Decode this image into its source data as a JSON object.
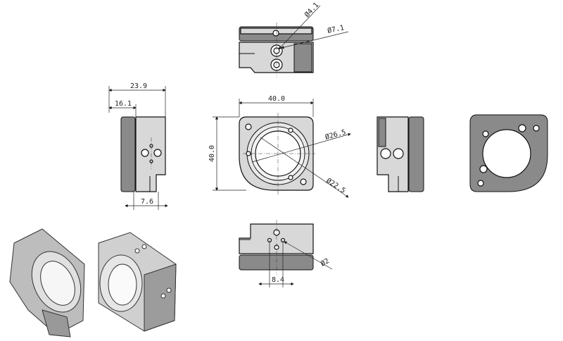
{
  "drawing": {
    "dimensions": {
      "top_hole_small": "Ø4.1",
      "top_hole_large": "Ø7.1",
      "side_total_width": "23.9",
      "side_body_width": "16.1",
      "side_slot_width": "7.6",
      "front_width": "40.0",
      "front_height": "40.0",
      "bore_outer": "Ø26.5",
      "bore_inner": "Ø22.5",
      "bottom_hole": "Ø2",
      "bottom_spacing": "8.4"
    }
  }
}
